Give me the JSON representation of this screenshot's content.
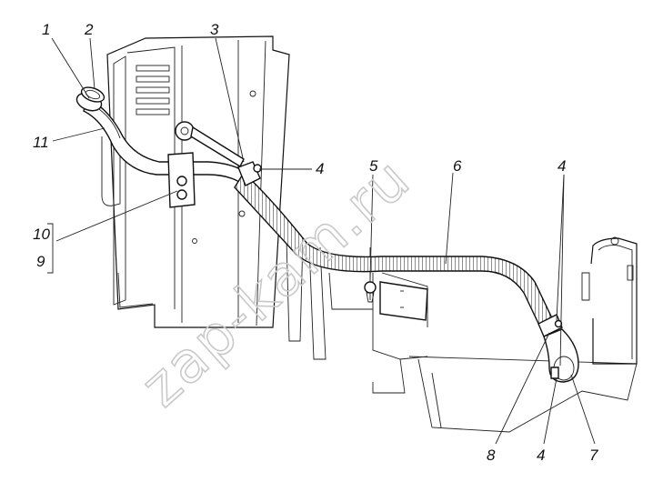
{
  "diagram": {
    "callouts": [
      {
        "id": "c1",
        "text": "1"
      },
      {
        "id": "c2",
        "text": "2"
      },
      {
        "id": "c3",
        "text": "3"
      },
      {
        "id": "c4a",
        "text": "4"
      },
      {
        "id": "c5",
        "text": "5"
      },
      {
        "id": "c6",
        "text": "6"
      },
      {
        "id": "c4b",
        "text": "4"
      },
      {
        "id": "c11",
        "text": "11"
      },
      {
        "id": "c10",
        "text": "10"
      },
      {
        "id": "c9",
        "text": "9"
      },
      {
        "id": "c8",
        "text": "8"
      },
      {
        "id": "c4c",
        "text": "4"
      },
      {
        "id": "c7",
        "text": "7"
      }
    ],
    "watermark": "zap-kam.ru"
  }
}
